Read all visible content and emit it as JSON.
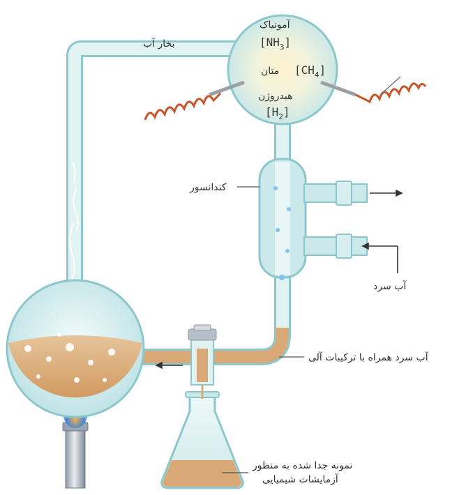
{
  "labels": {
    "steam": "بخار آب",
    "ammonia": "آمونیاک",
    "ammonia_formula": "NH",
    "ammonia_sub": "3",
    "methane": "متان",
    "methane_formula": "CH",
    "methane_sub": "4",
    "hydrogen": "هیدروژن",
    "hydrogen_formula": "H",
    "hydrogen_sub": "2",
    "condenser": "کندانسور",
    "cold_water": "آب سرد",
    "cold_water_organic": "آب سرد همراه با ترکیبات آلی",
    "sample_line1": "نمونه جدا شده به منظور",
    "sample_line2": "آزمایشات شیمیایی"
  },
  "colors": {
    "glass_stroke": "#8cc7cc",
    "glass_fill": "#dff1f2",
    "liquid": "#d9a877",
    "coil": "#c8542a",
    "flame": "#3f86d8"
  }
}
